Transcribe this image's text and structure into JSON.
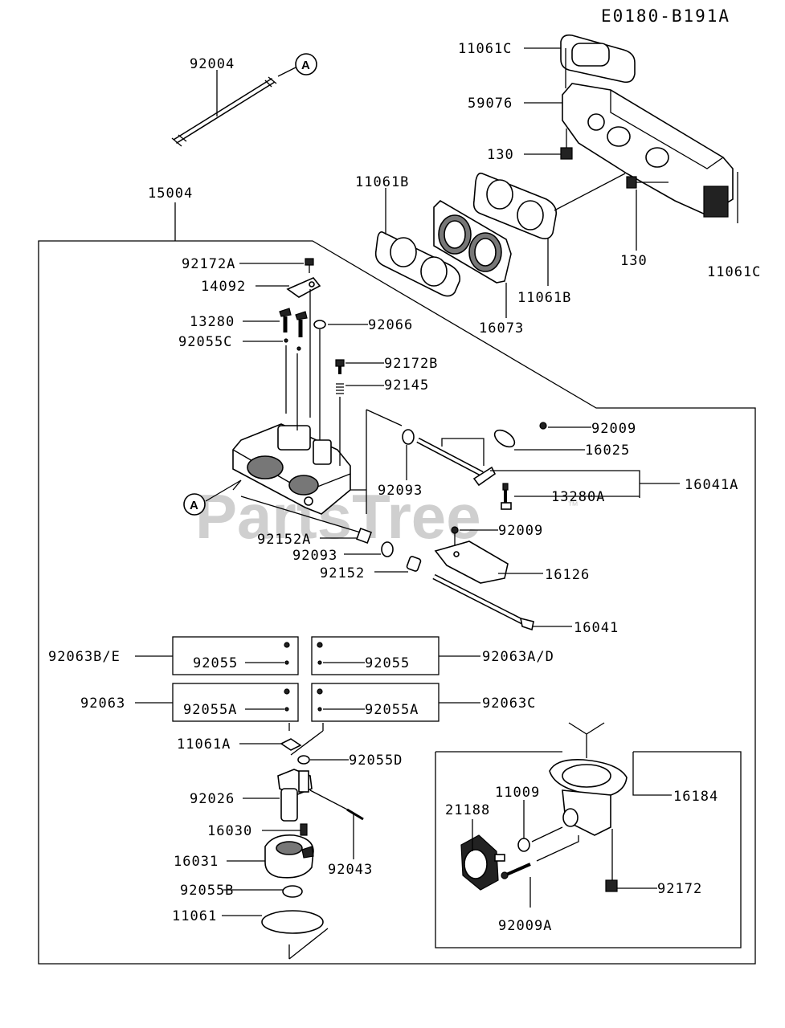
{
  "diagram_code": "E0180-B191A",
  "watermark": "PartsTree",
  "watermark_tm": "™",
  "callout_marker": "A",
  "labels": {
    "p92004": "92004",
    "p11061C_top": "11061C",
    "p59076": "59076",
    "p130_left": "130",
    "p11061B_left": "11061B",
    "p15004": "15004",
    "p130_right": "130",
    "p11061C_right": "11061C",
    "p11061B_right": "11061B",
    "p16073": "16073",
    "p92172A": "92172A",
    "p14092": "14092",
    "p13280": "13280",
    "p92066": "92066",
    "p92055C": "92055C",
    "p92172B": "92172B",
    "p92145": "92145",
    "p92009_a": "92009",
    "p16025": "16025",
    "p92093_a": "92093",
    "p16041A": "16041A",
    "p13280A": "13280A",
    "p92152A": "92152A",
    "p92009_b": "92009",
    "p92093_b": "92093",
    "p92152": "92152",
    "p16126": "16126",
    "p16041": "16041",
    "p92063BE": "92063B/E",
    "p92055_a": "92055",
    "p92055_b": "92055",
    "p92063AD": "92063A/D",
    "p92063": "92063",
    "p92055A_a": "92055A",
    "p92055A_b": "92055A",
    "p92063C": "92063C",
    "p11061A": "11061A",
    "p92055D": "92055D",
    "p92026": "92026",
    "p16030": "16030",
    "p16031": "16031",
    "p92043": "92043",
    "p92055B": "92055B",
    "p11061": "11061",
    "p11009": "11009",
    "p21188": "21188",
    "p16184": "16184",
    "p92172": "92172",
    "p92009A": "92009A"
  }
}
